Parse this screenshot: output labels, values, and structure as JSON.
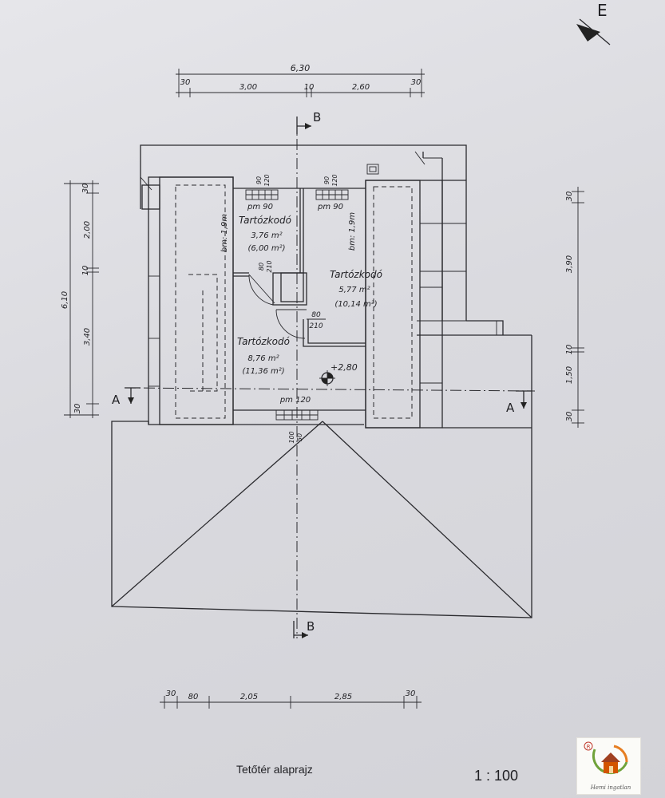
{
  "orientation": {
    "north_letter": "E"
  },
  "dimensions": {
    "top_overall": "6,30",
    "top": [
      "30",
      "3,00",
      "10",
      "2,60",
      "30"
    ],
    "left": [
      "30",
      "2,00",
      "10",
      "3,40",
      "30"
    ],
    "left_overall": "6,10",
    "right": [
      "30",
      "3,90",
      "10",
      "1,50",
      "30"
    ],
    "bottom": [
      "30",
      "80",
      "2,05",
      "2,85",
      "30"
    ]
  },
  "sections": {
    "a": "A",
    "b": "B"
  },
  "rooms": [
    {
      "name": "Tartózkodó",
      "area": "3,76 m²",
      "area_alt": "(6,00 m²)"
    },
    {
      "name": "Tartózkodó",
      "area": "5,77 m²",
      "area_alt": "(10,14 m²)"
    },
    {
      "name": "Tartózkodó",
      "area": "8,76 m²",
      "area_alt": "(11,36 m²)"
    }
  ],
  "labels": {
    "bm_left": "bm: 1,9m",
    "bm_right": "bm: 1,9m",
    "pm_left": "pm 90",
    "pm_right": "pm 90",
    "pm_bottom": "pm 120",
    "win_left_w": "90",
    "win_left_h": "120",
    "win_right_w": "90",
    "win_right_h": "120",
    "door_small_w": "80",
    "door_small_h": "210",
    "door_main_w": "80",
    "door_main_h": "210",
    "level": "+2,80",
    "roof_w": "100",
    "roof_h": "50"
  },
  "caption": {
    "title": "Tetőtér alaprajz",
    "scale": "1 : 100"
  },
  "logo": {
    "text": "Hemi ingatlan",
    "mark": "R"
  }
}
